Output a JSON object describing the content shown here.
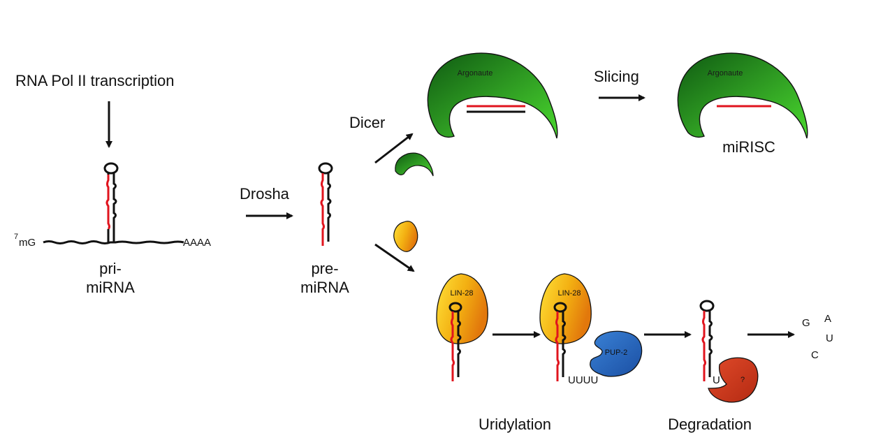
{
  "labels": {
    "transcription": "RNA Pol II transcription",
    "cap_prefix": "7",
    "cap": "mG",
    "polya": "AAAA",
    "pri_line1": "pri-",
    "pri_line2": "miRNA",
    "drosha": "Drosha",
    "pre_line1": "pre-",
    "pre_line2": "miRNA",
    "dicer": "Dicer",
    "argonaute_1": "Argonaute",
    "argonaute_2": "Argonaute",
    "slicing": "Slicing",
    "mirisc": "miRISC",
    "lin28_1": "LIN-28",
    "lin28_2": "LIN-28",
    "pup2": "PUP-2",
    "uuuu": "UUUU",
    "single_u": "U",
    "unknown_nuclease": "?",
    "uridylation": "Uridylation",
    "degradation": "Degradation",
    "nt_g": "G",
    "nt_a": "A",
    "nt_u": "U",
    "nt_c": "C"
  },
  "colors": {
    "argonaute": "#2e8b1e",
    "lin28": "#f2b416",
    "pup2": "#2b6fc7",
    "nuclease": "#d5381c",
    "mirna_strand": "#e0141e",
    "rna": "#111111"
  }
}
